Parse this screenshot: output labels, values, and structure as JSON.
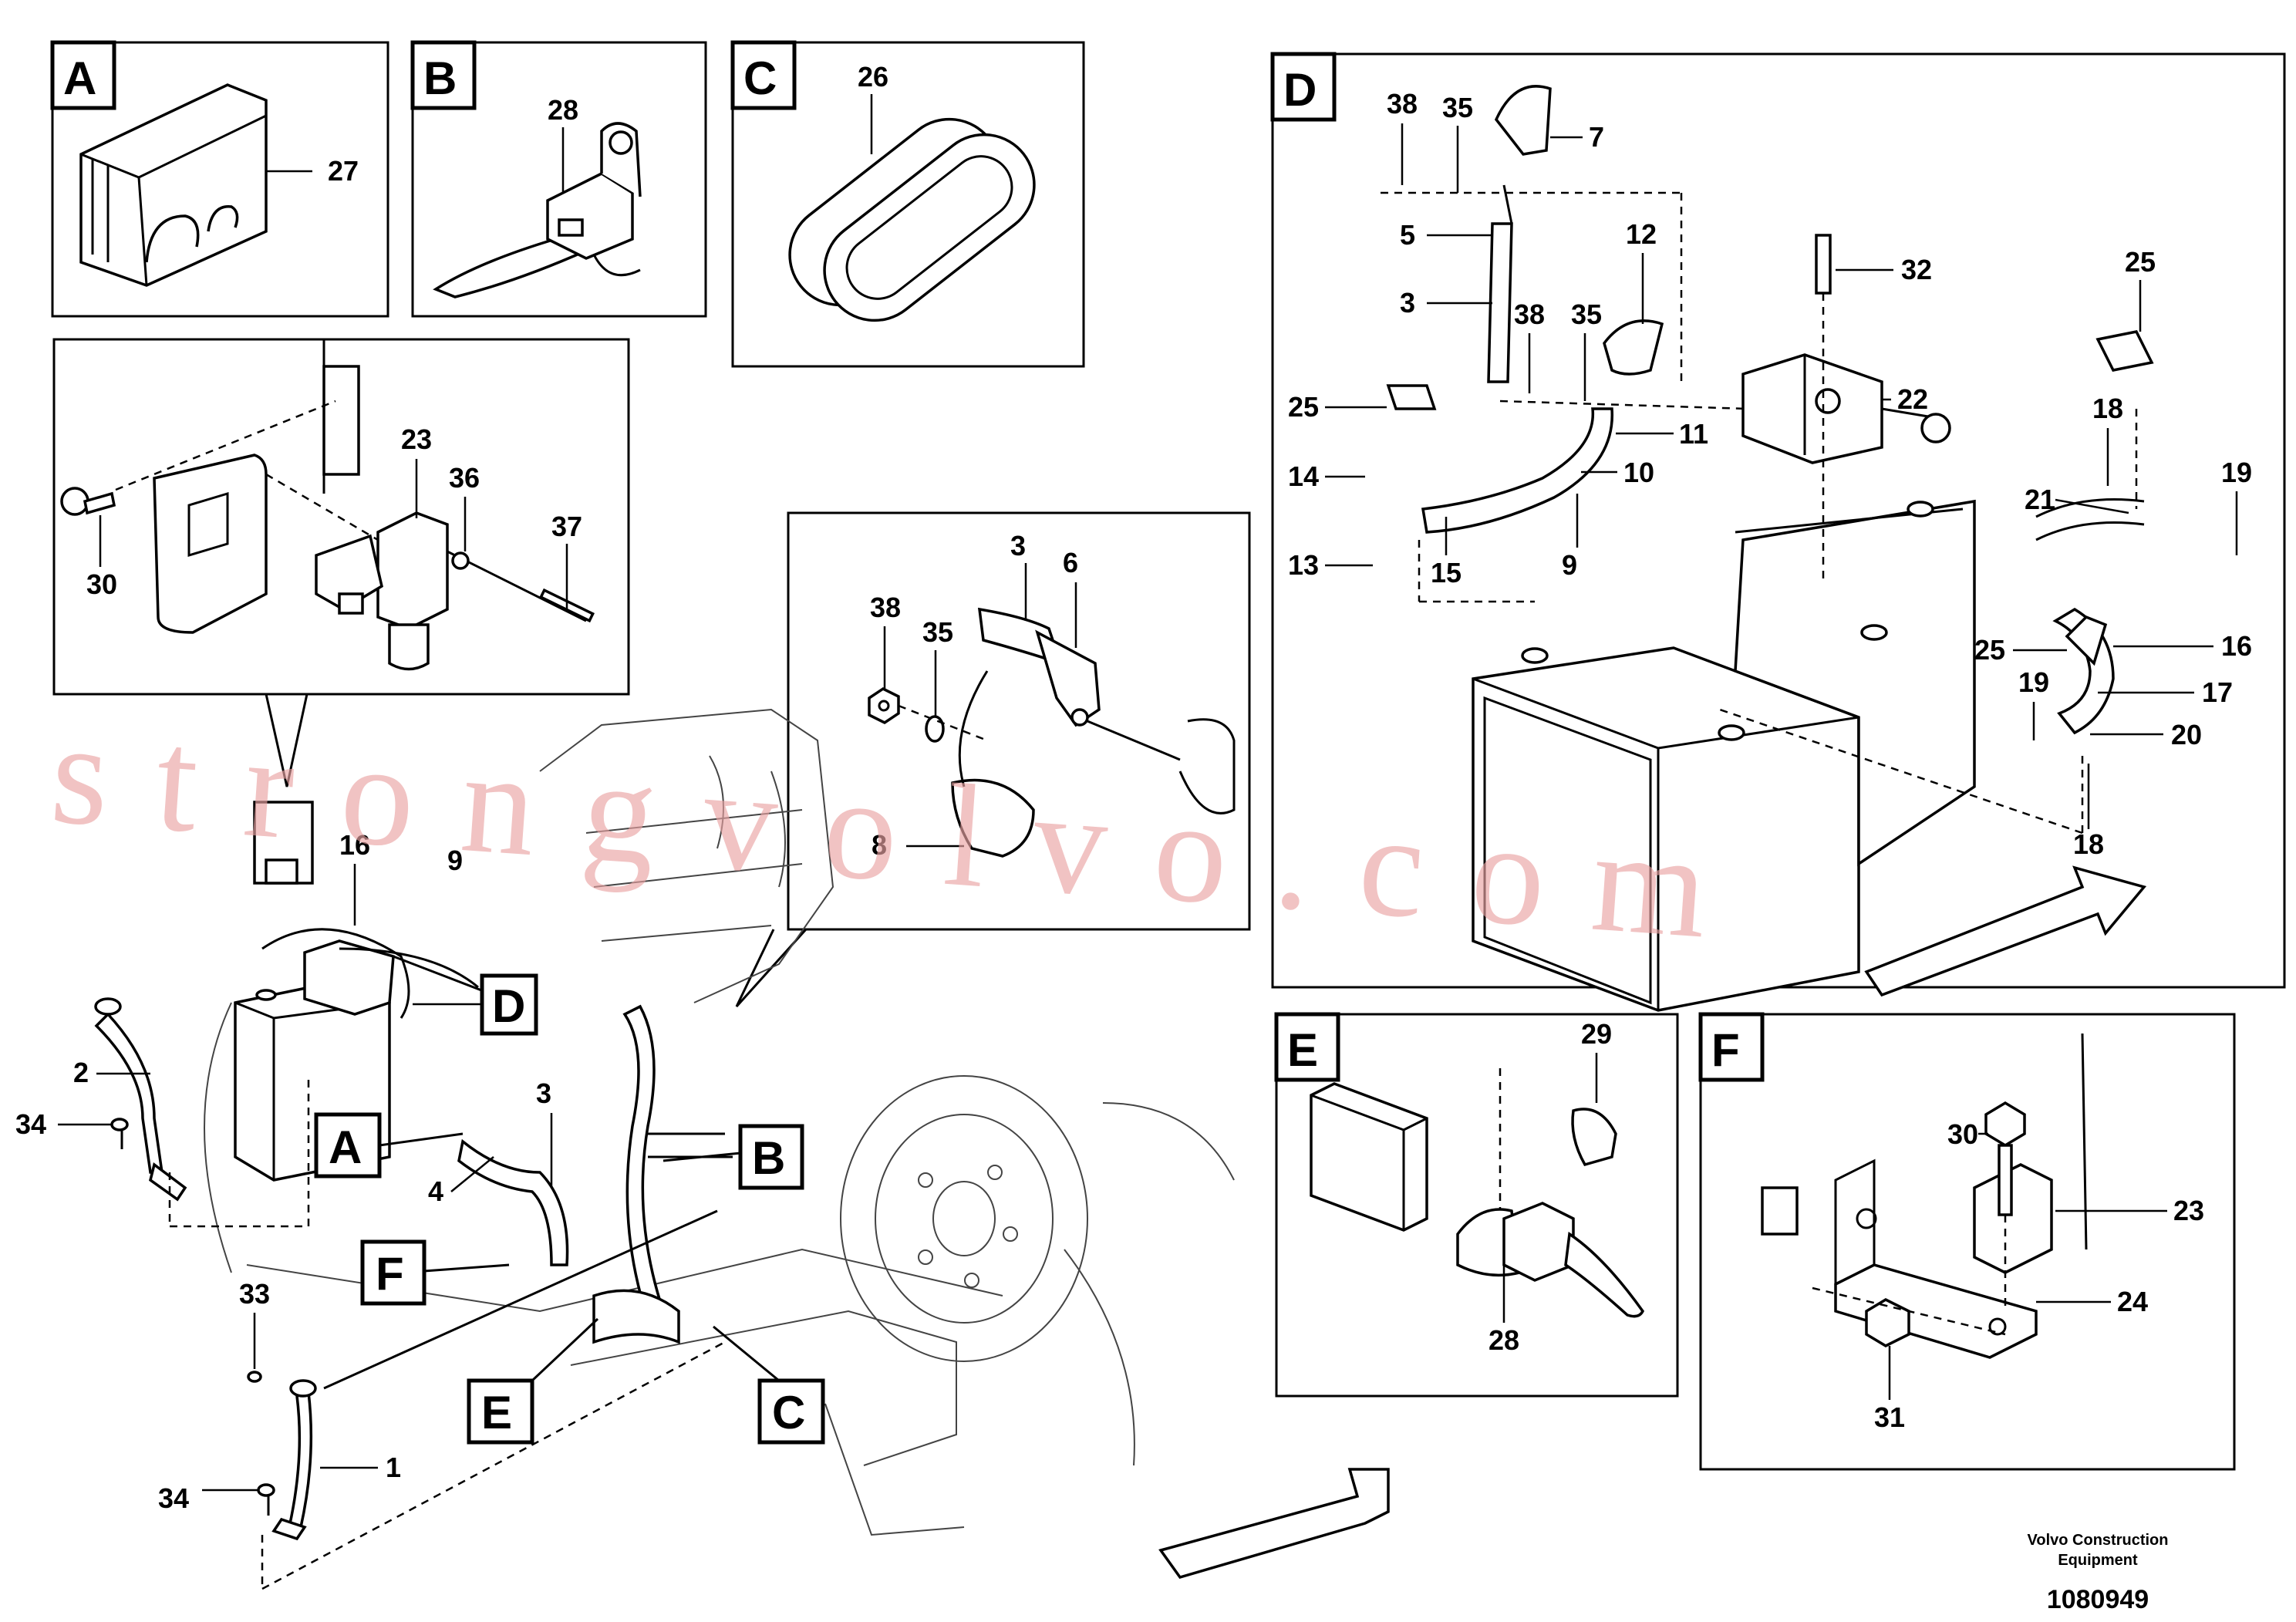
{
  "detail_boxes": [
    {
      "letter": "A",
      "parts": [
        "27"
      ]
    },
    {
      "letter": "B",
      "parts": [
        "28"
      ]
    },
    {
      "letter": "C",
      "parts": [
        "26"
      ]
    },
    {
      "letter": "D",
      "parts": [
        "38",
        "35",
        "7",
        "5",
        "3",
        "12",
        "32",
        "38",
        "35",
        "25",
        "22",
        "25",
        "11",
        "18",
        "14",
        "10",
        "19",
        "21",
        "13",
        "15",
        "9",
        "16",
        "25",
        "17",
        "19",
        "20",
        "18"
      ]
    },
    {
      "letter": "E",
      "parts": [
        "29",
        "28"
      ]
    },
    {
      "letter": "F",
      "parts": [
        "30",
        "23",
        "24",
        "31"
      ]
    }
  ],
  "inset_switch_parts": [
    "23",
    "36",
    "37",
    "30"
  ],
  "inset_cable_parts": [
    "3",
    "6",
    "38",
    "35",
    "8"
  ],
  "main_callouts": [
    "16",
    "9",
    "2",
    "34",
    "3",
    "4",
    "33",
    "34",
    "1"
  ],
  "main_letters": [
    "D",
    "A",
    "B",
    "F",
    "E",
    "C"
  ],
  "credit_line1": "Volvo Construction",
  "credit_line2": "Equipment",
  "document_number": "1080949",
  "watermark": "strongvolvo.com"
}
